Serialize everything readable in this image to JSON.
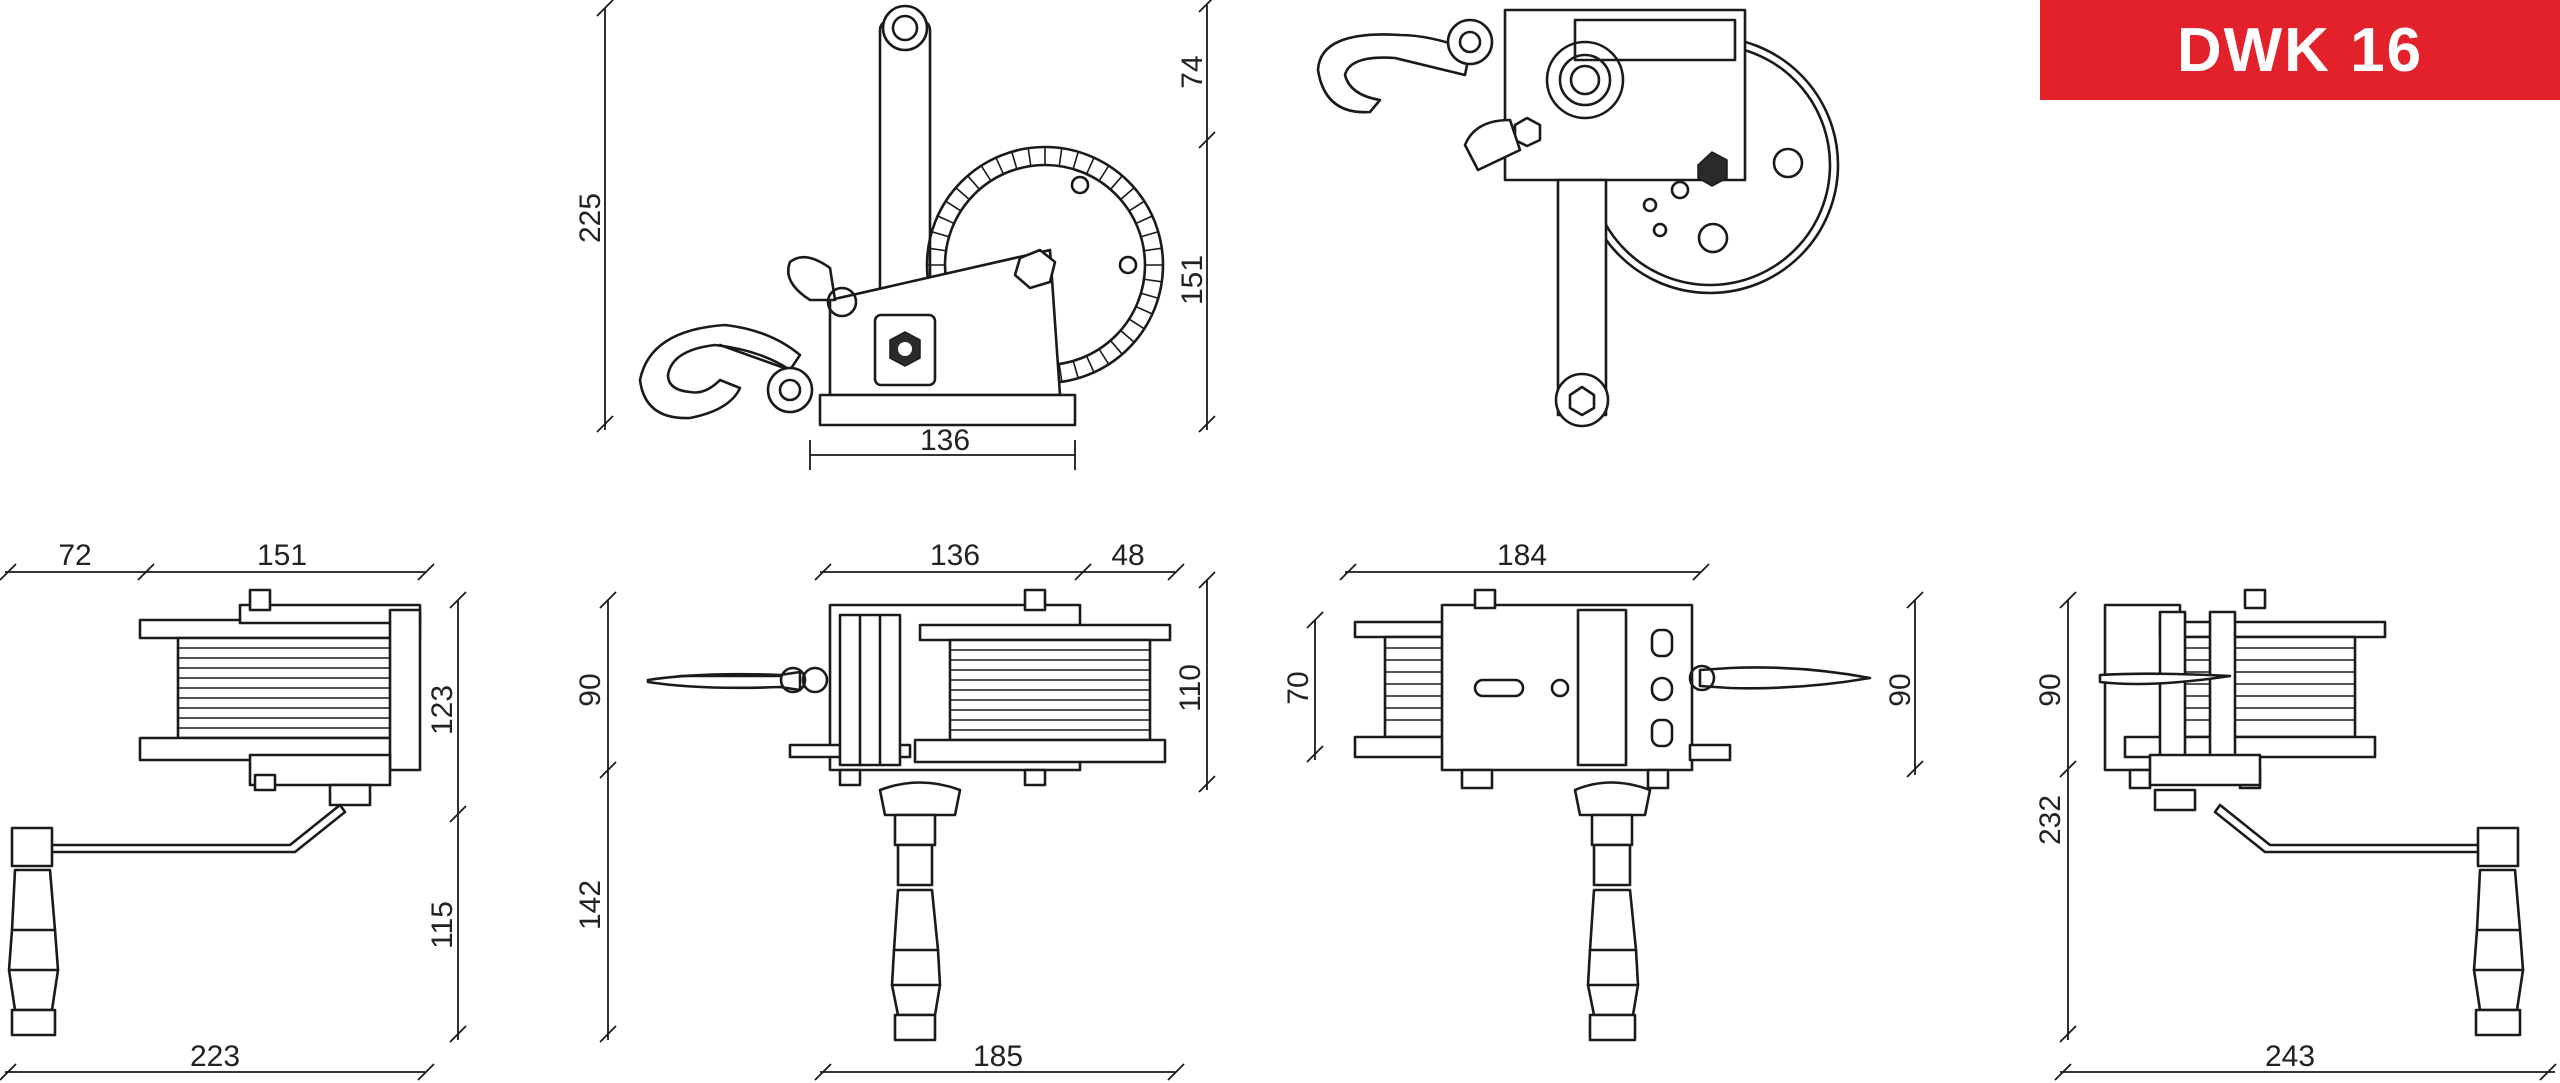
{
  "badge": {
    "label": "DWK 16",
    "color": "#e3212b"
  },
  "dimensions": {
    "side_view": {
      "total_height": "225",
      "upper_height": "74",
      "lower_height": "151",
      "base_width": "136"
    },
    "view_a": {
      "left_offset": "72",
      "drum_width": "151",
      "frame_height": "123",
      "handle_drop": "115",
      "total_width": "223"
    },
    "view_b": {
      "frame_width": "136",
      "flange_offset": "48",
      "frame_height": "90",
      "handle_height": "142",
      "right_height": "110",
      "total_width": "185"
    },
    "view_c": {
      "plate_width": "184",
      "left_height": "70",
      "right_height": "90"
    },
    "view_d": {
      "frame_height": "90",
      "handle_drop": "232",
      "total_width": "243"
    }
  }
}
